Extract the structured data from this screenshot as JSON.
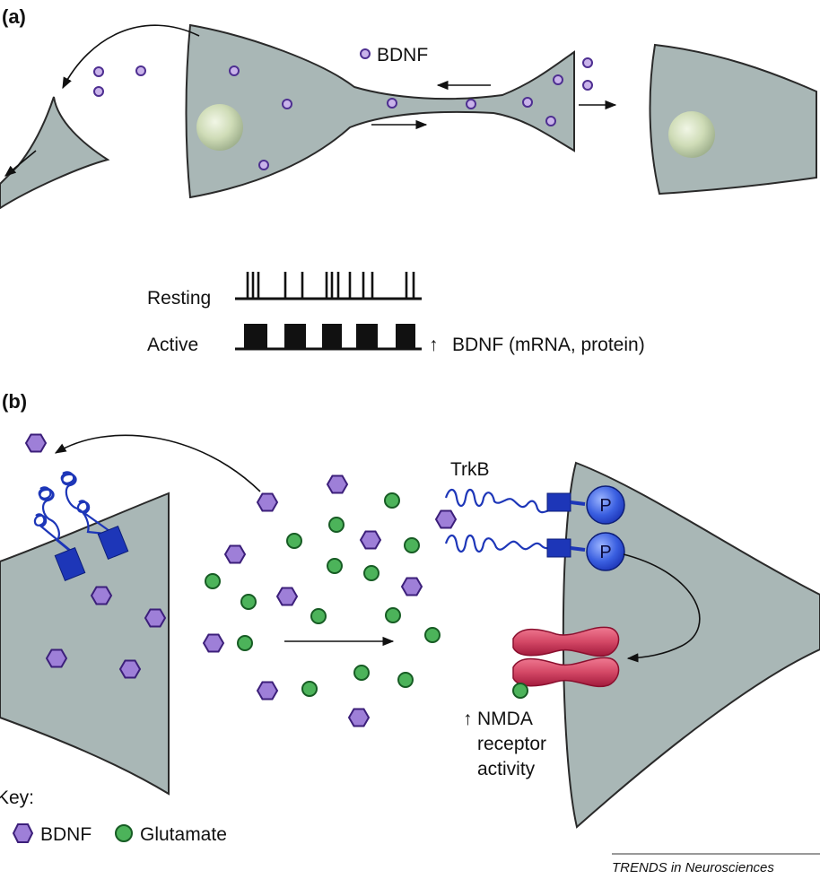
{
  "panel_a": {
    "label": "(a)",
    "bdnf_label": "BDNF",
    "resting_label": "Resting",
    "active_label": "Active",
    "up_arrow": "↑",
    "result_label": "BDNF (mRNA, protein)"
  },
  "panel_b": {
    "label": "(b)",
    "trkb_label": "TrkB",
    "p_label": "P",
    "up_arrow": "↑",
    "nmda_line1": "NMDA",
    "nmda_line2": "receptor",
    "nmda_line3": "activity"
  },
  "key": {
    "title": "Key:",
    "bdnf": "BDNF",
    "glutamate": "Glutamate"
  },
  "credit": "TRENDS in Neurosciences",
  "colors": {
    "cell": "#a9b7b6",
    "bdnf_dot": "#c9b3ea",
    "bdnf_hexagon": "#9e7fd8",
    "glutamate": "#4cb35a",
    "trkb": "#1d36b8",
    "nmda": "#d44866"
  }
}
